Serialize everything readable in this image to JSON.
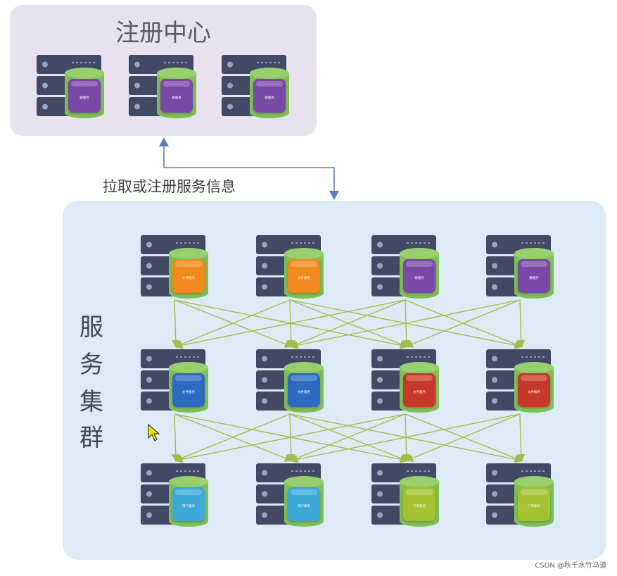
{
  "registry": {
    "title": "注册中心",
    "fill": "#e8e2ee",
    "servers": [
      {
        "color": "#7a4aa8",
        "label": "微服务"
      },
      {
        "color": "#7a4aa8",
        "label": "微服务"
      },
      {
        "color": "#7a4aa8",
        "label": "微服务"
      }
    ]
  },
  "connector": {
    "label": "拉取或注册服务信息",
    "color": "#5a7fb8"
  },
  "cluster": {
    "title": "服务集群",
    "fill": "#dcebf5",
    "rows": [
      [
        {
          "color": "#f08a1e",
          "label": "文件服务"
        },
        {
          "color": "#f08a1e",
          "label": "文件服务"
        },
        {
          "color": "#7a4aa8",
          "label": "微服务"
        },
        {
          "color": "#7a4aa8",
          "label": "微服务"
        }
      ],
      [
        {
          "color": "#2e6bc0",
          "label": "文件服务"
        },
        {
          "color": "#2e6bc0",
          "label": "文件服务"
        },
        {
          "color": "#c8372a",
          "label": "文件服务"
        },
        {
          "color": "#c8372a",
          "label": "文件服务"
        }
      ],
      [
        {
          "color": "#3aa8d8",
          "label": "用户服务"
        },
        {
          "color": "#3aa8d8",
          "label": "用户服务"
        },
        {
          "color": "#a6c230",
          "label": "订单服务"
        },
        {
          "color": "#a6c230",
          "label": "订单服务"
        }
      ]
    ],
    "edge_color": "#9fbf4a"
  },
  "watermark": "CSDN @秋千水竹马道",
  "colors": {
    "rack": "#414965",
    "rack_dark": "#2a3048",
    "cylinder": "#7fbf56",
    "cylinder_top": "#98d06e"
  }
}
